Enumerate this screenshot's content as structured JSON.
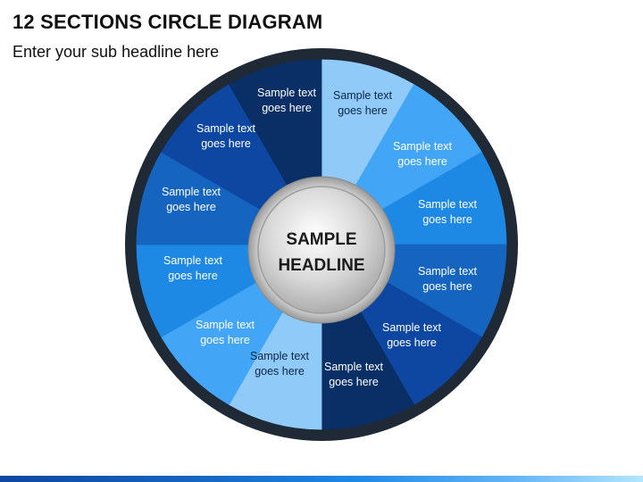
{
  "header": {
    "title": "12 SECTIONS CIRCLE DIAGRAM",
    "subtitle": "Enter your sub headline here"
  },
  "center": {
    "line1": "SAMPLE",
    "line2": "HEADLINE"
  },
  "sections": [
    {
      "line1": "Sample text",
      "line2": "goes here",
      "color": "#90CAF9",
      "text_color": "#0b2545"
    },
    {
      "line1": "Sample text",
      "line2": "goes here",
      "color": "#42A5F5",
      "text_color": "#ffffff"
    },
    {
      "line1": "Sample text",
      "line2": "goes here",
      "color": "#1E88E5",
      "text_color": "#ffffff"
    },
    {
      "line1": "Sample text",
      "line2": "goes here",
      "color": "#1565C0",
      "text_color": "#ffffff"
    },
    {
      "line1": "Sample text",
      "line2": "goes here",
      "color": "#0D47A1",
      "text_color": "#ffffff"
    },
    {
      "line1": "Sample text",
      "line2": "goes here",
      "color": "#0A2F66",
      "text_color": "#ffffff"
    },
    {
      "line1": "Sample text",
      "line2": "goes here",
      "color": "#90CAF9",
      "text_color": "#0b2545"
    },
    {
      "line1": "Sample text",
      "line2": "goes here",
      "color": "#42A5F5",
      "text_color": "#ffffff"
    },
    {
      "line1": "Sample text",
      "line2": "goes here",
      "color": "#1E88E5",
      "text_color": "#ffffff"
    },
    {
      "line1": "Sample text",
      "line2": "goes here",
      "color": "#1565C0",
      "text_color": "#ffffff"
    },
    {
      "line1": "Sample text",
      "line2": "goes here",
      "color": "#0D47A1",
      "text_color": "#ffffff"
    },
    {
      "line1": "Sample text",
      "line2": "goes here",
      "color": "#0A2F66",
      "text_color": "#ffffff"
    }
  ],
  "colors": {
    "outer_ring": "#1f2a36",
    "center_fill": "#d0d0d0",
    "center_border": "#9e9e9e"
  }
}
